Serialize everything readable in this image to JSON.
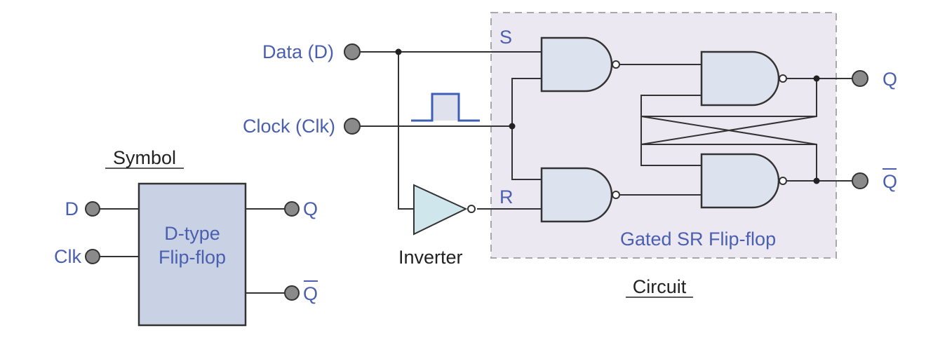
{
  "inputs": {
    "data": "Data (D)",
    "clock": "Clock (Clk)"
  },
  "outputs": {
    "q": "Q",
    "q_bar": "Q"
  },
  "signals": {
    "s": "S",
    "r": "R"
  },
  "components": {
    "inverter": "Inverter",
    "flipflop_region": "Gated SR Flip-flop"
  },
  "captions": {
    "symbol": "Symbol",
    "circuit": "Circuit"
  },
  "symbol_block": {
    "line1": "D-type",
    "line2": "Flip-flop",
    "pin_d": "D",
    "pin_clk": "Clk",
    "pin_q": "Q",
    "pin_q_bar": "Q"
  },
  "colors": {
    "label": "#4a5fb0",
    "gate_fill": "#dde3ee",
    "region_fill": "#ebe8f2",
    "inverter_fill": "#cfe7ec",
    "block_fill": "#c9d2e5",
    "clock_pulse": "#3e5fb5"
  }
}
